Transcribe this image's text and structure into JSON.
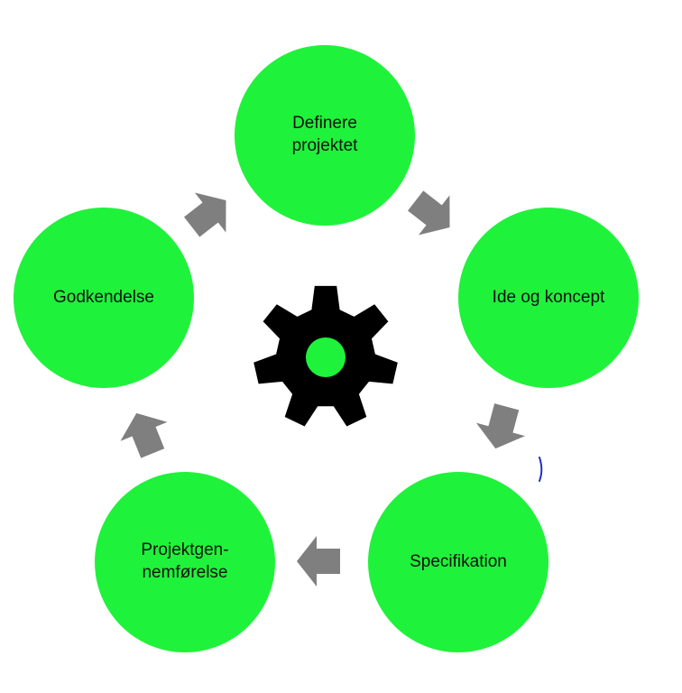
{
  "colors": {
    "node_fill": "#1ff23a",
    "arrow_fill": "#7f7f7f",
    "gear_fill": "#000000",
    "gear_hub": "#1ff23a",
    "pen_mark": "#2030c0"
  },
  "nodes": [
    {
      "label": "Definere\nprojektet"
    },
    {
      "label": "Ide og koncept"
    },
    {
      "label": "Specifikation"
    },
    {
      "label": "Projektgen-\nnemførelse"
    },
    {
      "label": "Godkendelse"
    }
  ],
  "center_icon": "gear-icon"
}
